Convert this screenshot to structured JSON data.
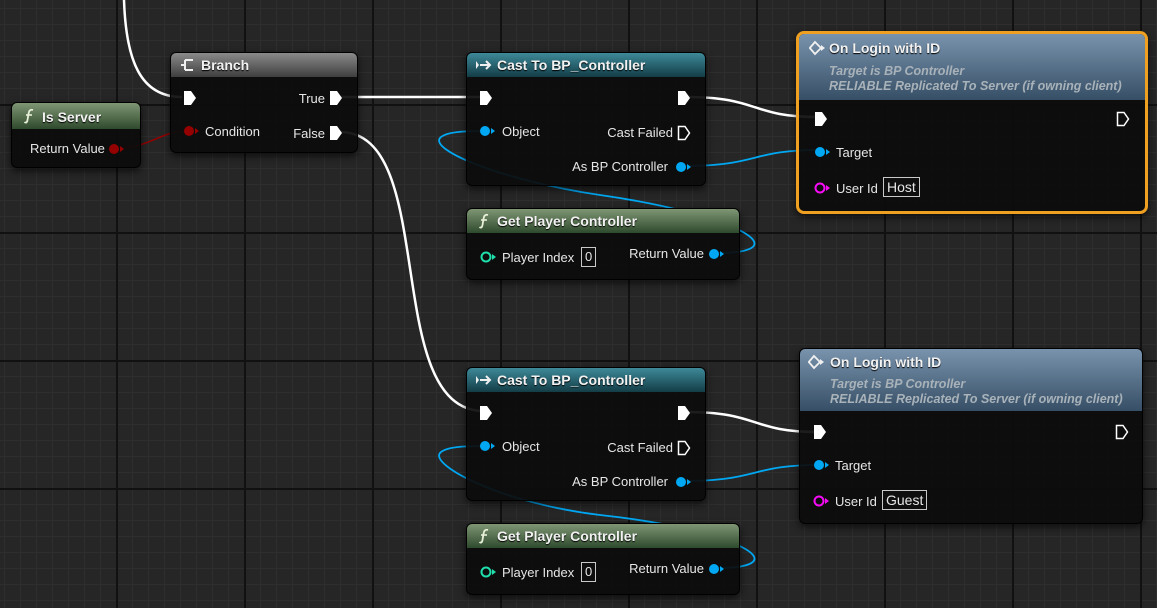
{
  "nodes": {
    "is_server": {
      "title": "Is Server",
      "return_label": "Return Value"
    },
    "branch": {
      "title": "Branch",
      "condition_label": "Condition",
      "true_label": "True",
      "false_label": "False"
    },
    "cast_top": {
      "title": "Cast To BP_Controller",
      "object_label": "Object",
      "cast_failed_label": "Cast Failed",
      "as_label": "As BP Controller"
    },
    "cast_bottom": {
      "title": "Cast To BP_Controller",
      "object_label": "Object",
      "cast_failed_label": "Cast Failed",
      "as_label": "As BP Controller"
    },
    "get_pc_top": {
      "title": "Get Player Controller",
      "index_label": "Player Index",
      "index_value": "0",
      "return_label": "Return Value"
    },
    "get_pc_bottom": {
      "title": "Get Player Controller",
      "index_label": "Player Index",
      "index_value": "0",
      "return_label": "Return Value"
    },
    "login_top": {
      "title": "On Login with ID",
      "subtitle_target": "Target is BP Controller",
      "subtitle_replication": "RELIABLE Replicated To Server (if owning client)",
      "target_label": "Target",
      "user_id_label": "User Id",
      "user_id_value": "Host"
    },
    "login_bottom": {
      "title": "On Login with ID",
      "subtitle_target": "Target is BP Controller",
      "subtitle_replication": "RELIABLE Replicated To Server (if owning client)",
      "target_label": "Target",
      "user_id_label": "User Id",
      "user_id_value": "Guest"
    }
  },
  "colors": {
    "exec_wire": "#ffffff",
    "object_pin": "#00a8f3",
    "bool_pin": "#950000",
    "int_pin": "#1fe0ac",
    "string_pin": "#f80cf8",
    "selection": "#f0a020"
  },
  "icons": {
    "function": "function-f-icon",
    "branch": "branch-icon",
    "cast": "cast-arrow-icon",
    "event": "custom-event-diamond-icon"
  }
}
